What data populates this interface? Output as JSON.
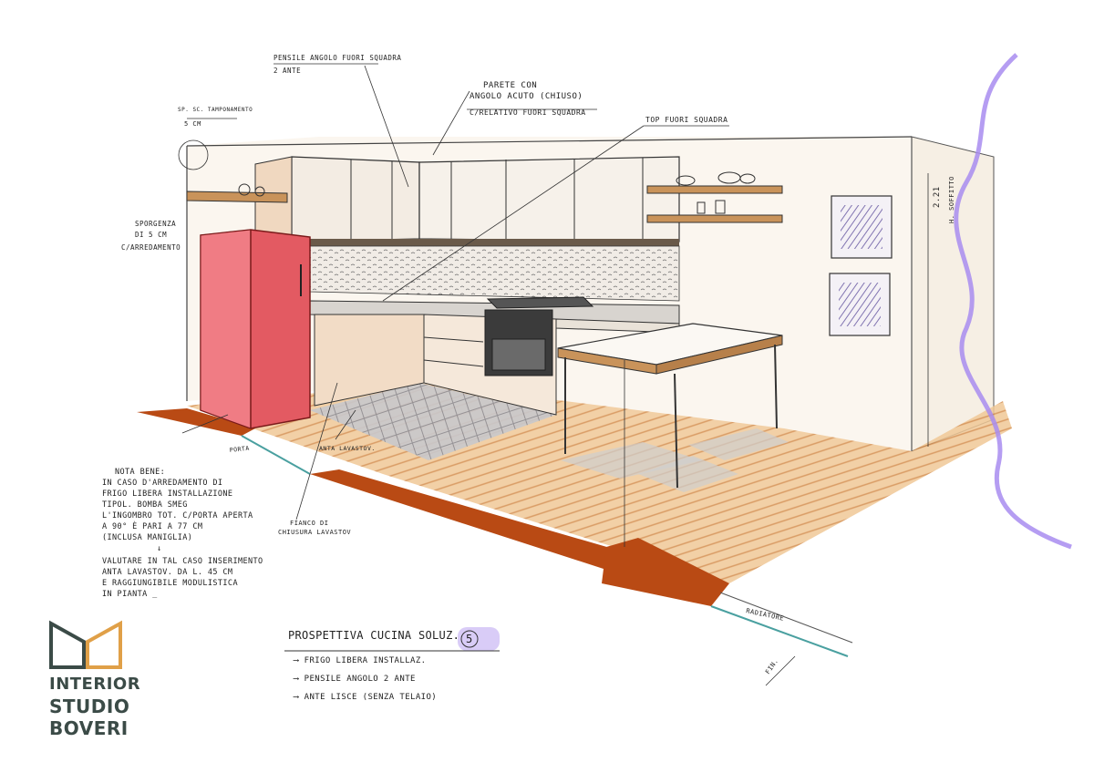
{
  "annotations": {
    "pensile_angolo": "Pensile angolo fuori squadra",
    "pensile_ante": "2 ante",
    "parete_line1": "Parete con",
    "parete_line2": "angolo acuto (chiuso)",
    "parete_line3": "c/relativo fuori squadra",
    "top_fuori": "Top fuori squadra",
    "spessore": "Sp. sc. tamponamento",
    "spessore_val": "5 cm",
    "sporgenza_1": "Sporgenza",
    "sporgenza_2": "di 5 cm",
    "sporgenza_3": "c/arredamento",
    "soffitto": "H. soffitto",
    "soffitto_val": "2.21",
    "anta_lavastov": "Anta lavastov.",
    "fianco_1": "Fianco di",
    "fianco_2": "chiusura lavastov",
    "porta": "Porta",
    "radiatore": "Radiatore",
    "fin": "Fin."
  },
  "note": {
    "heading": "Nota bene:",
    "lines": [
      "In caso d'arredamento di",
      "frigo libera installazione",
      "tipol. Bomba Smeg",
      "l'ingombro tot. c/porta aperta",
      "a 90° è pari a 77 cm",
      "(inclusa maniglia)"
    ],
    "lines2": [
      "Valutare in tal caso inserimento",
      "anta lavastov. da L. 45 cm",
      "e raggiungibile modulistica",
      "in pianta _"
    ]
  },
  "title": {
    "main": "Prospettiva cucina soluz.",
    "number": "5",
    "items": [
      "Frigo libera installaz.",
      "Pensile angolo 2 ante",
      "Ante lisce (senza telaio)"
    ]
  },
  "logo": {
    "line1": "INTERIOR",
    "line2": "STUDIO",
    "line3": "BOVERI"
  },
  "colors": {
    "fridge": "#e35a62",
    "floor": "#e0a262",
    "floor_dark": "#b94a14",
    "wall_line": "#a88cf0",
    "logo_dark": "#3b4b47",
    "logo_accent": "#e0a048"
  }
}
